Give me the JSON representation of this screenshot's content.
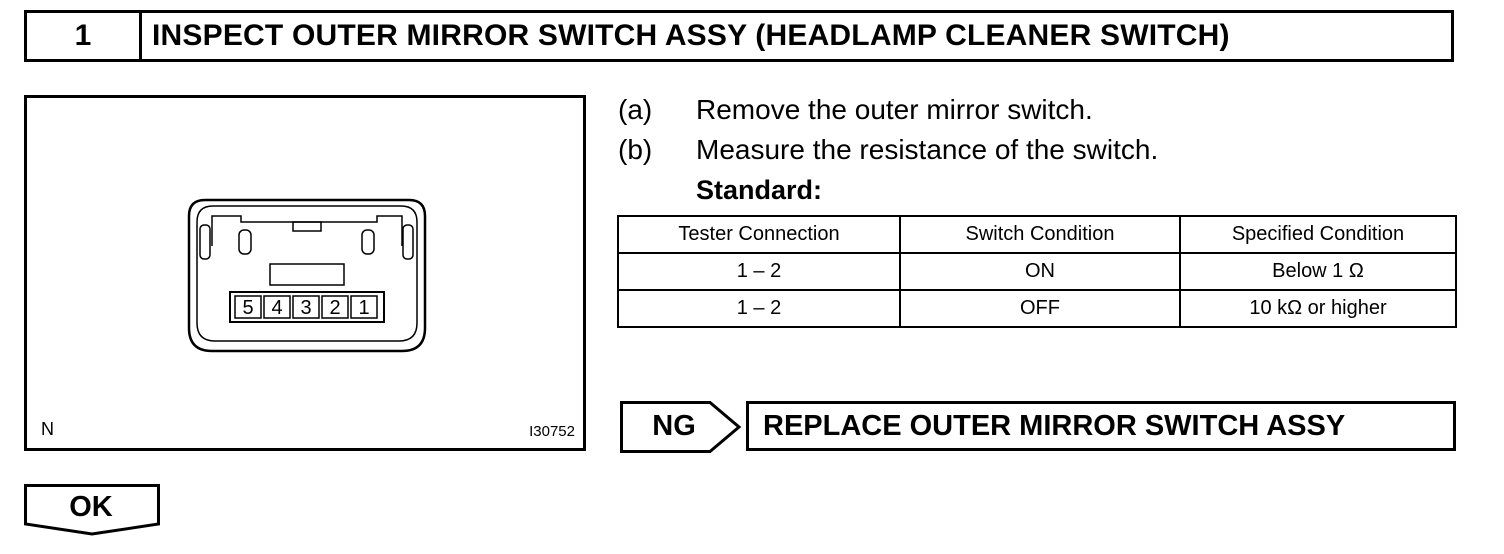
{
  "header": {
    "step_number": "1",
    "title": "INSPECT OUTER MIRROR SWITCH ASSY (HEADLAMP CLEANER SWITCH)"
  },
  "figure": {
    "corner_letter": "N",
    "figure_code": "I30752",
    "pins": [
      "5",
      "4",
      "3",
      "2",
      "1"
    ]
  },
  "instructions": [
    {
      "mark": "(a)",
      "text": "Remove the outer mirror switch."
    },
    {
      "mark": "(b)",
      "text": "Measure the resistance of the switch."
    }
  ],
  "standard_label": "Standard:",
  "table": {
    "headers": [
      "Tester Connection",
      "Switch Condition",
      "Specified Condition"
    ],
    "rows": [
      [
        "1 – 2",
        "ON",
        "Below 1 Ω"
      ],
      [
        "1 – 2",
        "OFF",
        "10 kΩ or higher"
      ]
    ]
  },
  "ng": {
    "label": "NG",
    "action": "REPLACE OUTER MIRROR SWITCH ASSY"
  },
  "ok": {
    "label": "OK"
  }
}
